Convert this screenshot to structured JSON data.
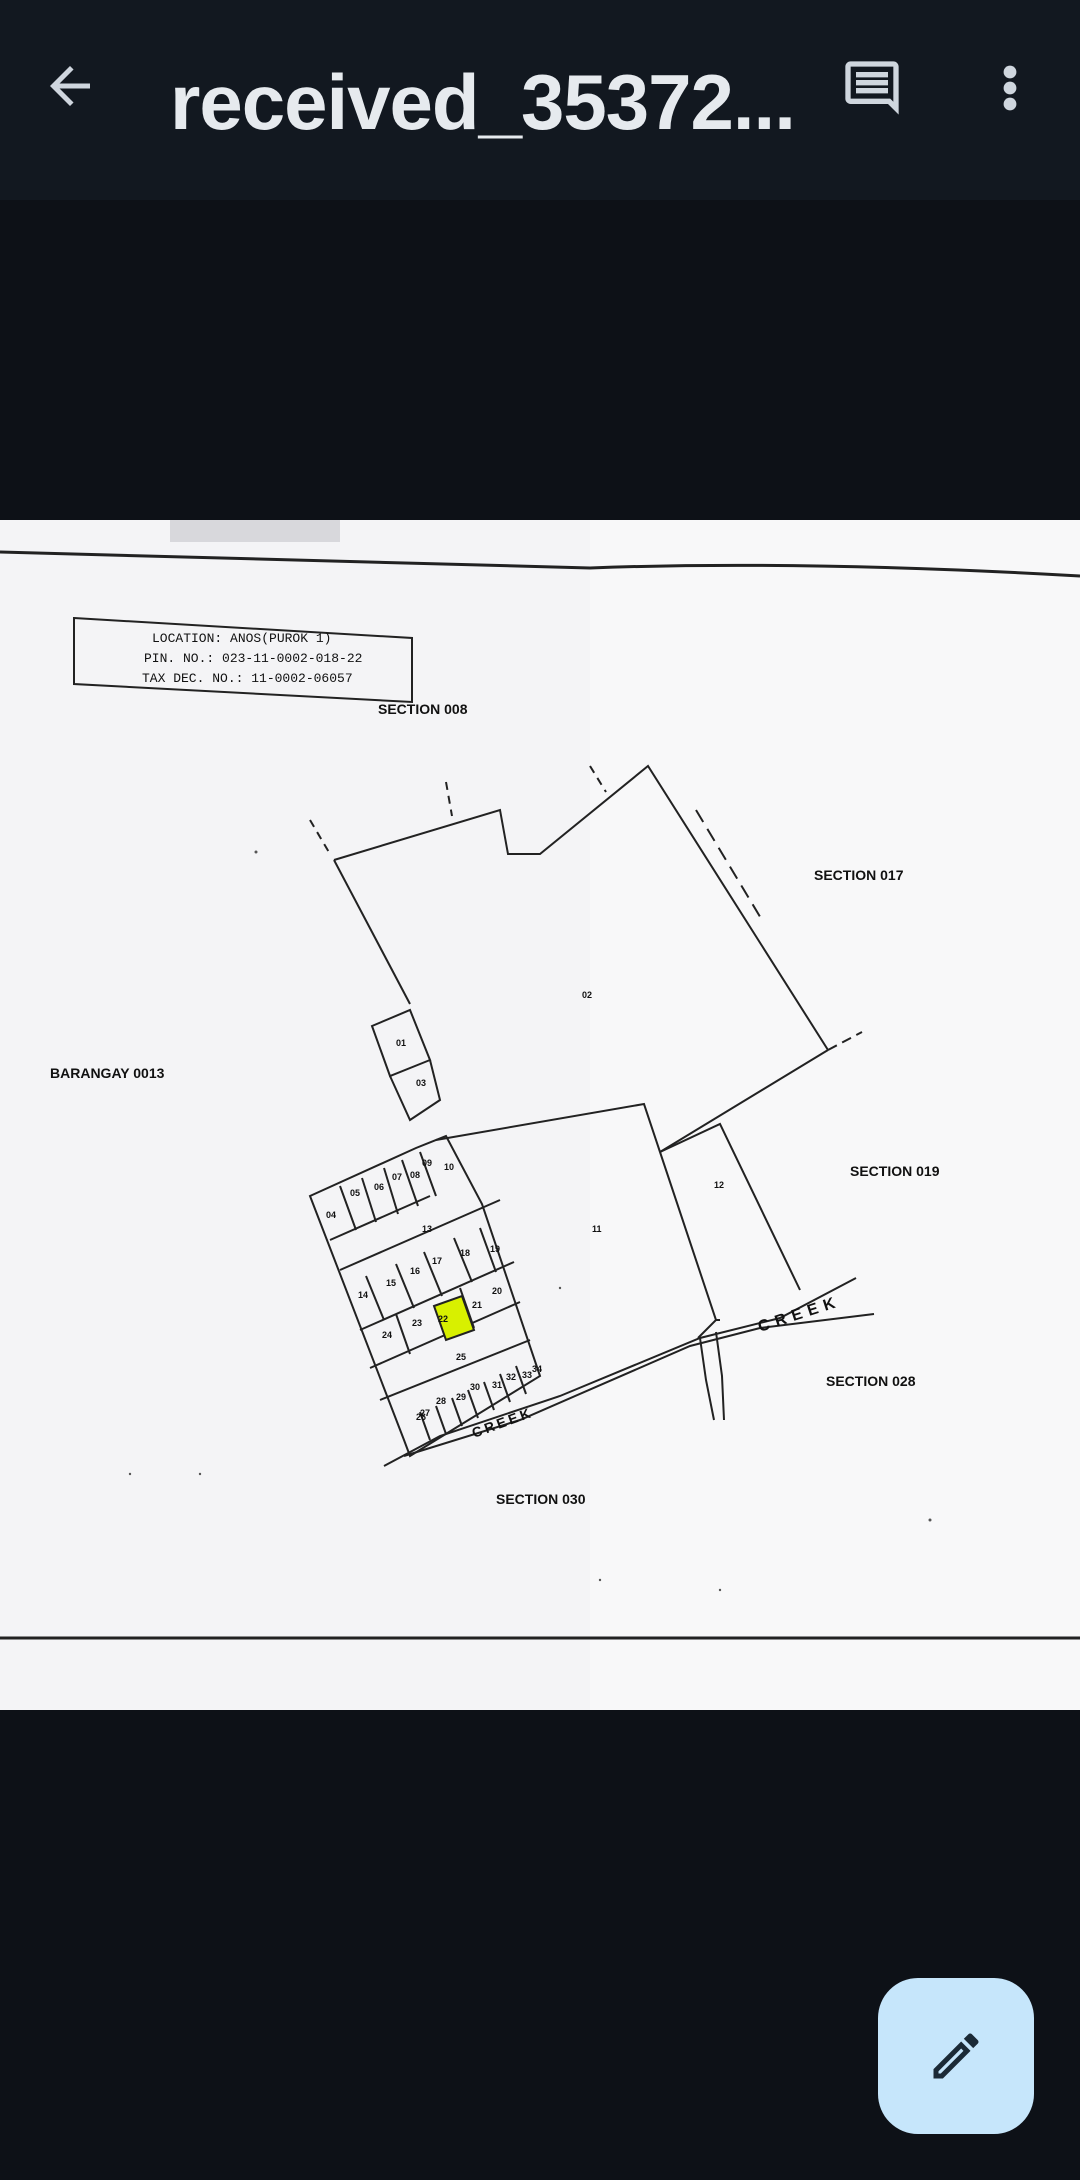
{
  "appbar": {
    "title": "received_35372...",
    "back_icon": "arrow-back-icon",
    "comment_icon": "comment-icon",
    "menu_icon": "more-vert-icon"
  },
  "document": {
    "info_box": {
      "location": "LOCATION: ANOS(PUROK 1)",
      "pin": "PIN. NO.: 023-11-0002-018-22",
      "tax": "TAX DEC. NO.: 11-0002-06057"
    },
    "sections": {
      "s008": "SECTION 008",
      "s017": "SECTION 017",
      "s019": "SECTION 019",
      "s028": "SECTION 028",
      "s030": "SECTION 030",
      "barangay": "BARANGAY 0013"
    },
    "creek_label": "CREEK",
    "highlight_lot": "22",
    "highlight_color": "#d8f000"
  },
  "fab": {
    "icon": "edit-pencil-icon"
  },
  "colors": {
    "appbar": "#121820",
    "background": "#0d1117",
    "fab": "#c6e6fb"
  }
}
